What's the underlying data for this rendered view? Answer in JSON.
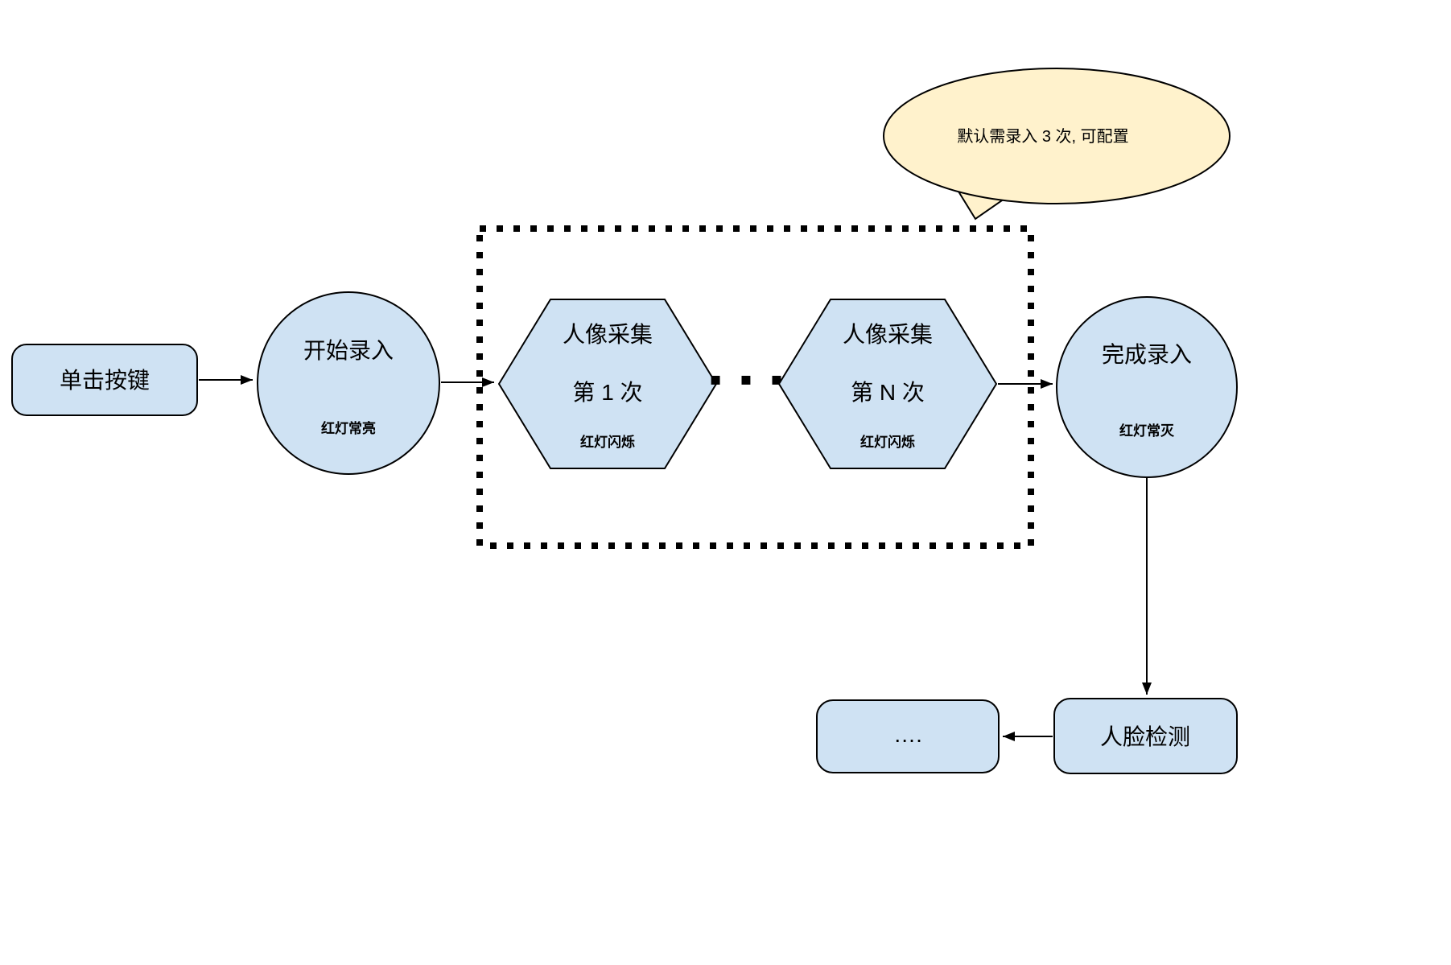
{
  "colors": {
    "node_fill": "#cfe2f3",
    "callout_fill": "#fff2cc",
    "stroke": "#000000"
  },
  "callout": {
    "text": "默认需录入 3 次, 可配置"
  },
  "nodes": {
    "click_button": {
      "label": "单击按键"
    },
    "start_enroll": {
      "label": "开始录入",
      "status": "红灯常亮"
    },
    "capture_first": {
      "title": "人像采集",
      "count": "第 1 次",
      "status": "红灯闪烁"
    },
    "capture_nth": {
      "title": "人像采集",
      "count": "第 N 次",
      "status": "红灯闪烁"
    },
    "finish_enroll": {
      "label": "完成录入",
      "status": "红灯常灭"
    },
    "face_detection": {
      "label": "人脸检测"
    },
    "continuation": {
      "label": "…."
    },
    "repeat_ellipsis": "▪ ▪ ▪"
  }
}
